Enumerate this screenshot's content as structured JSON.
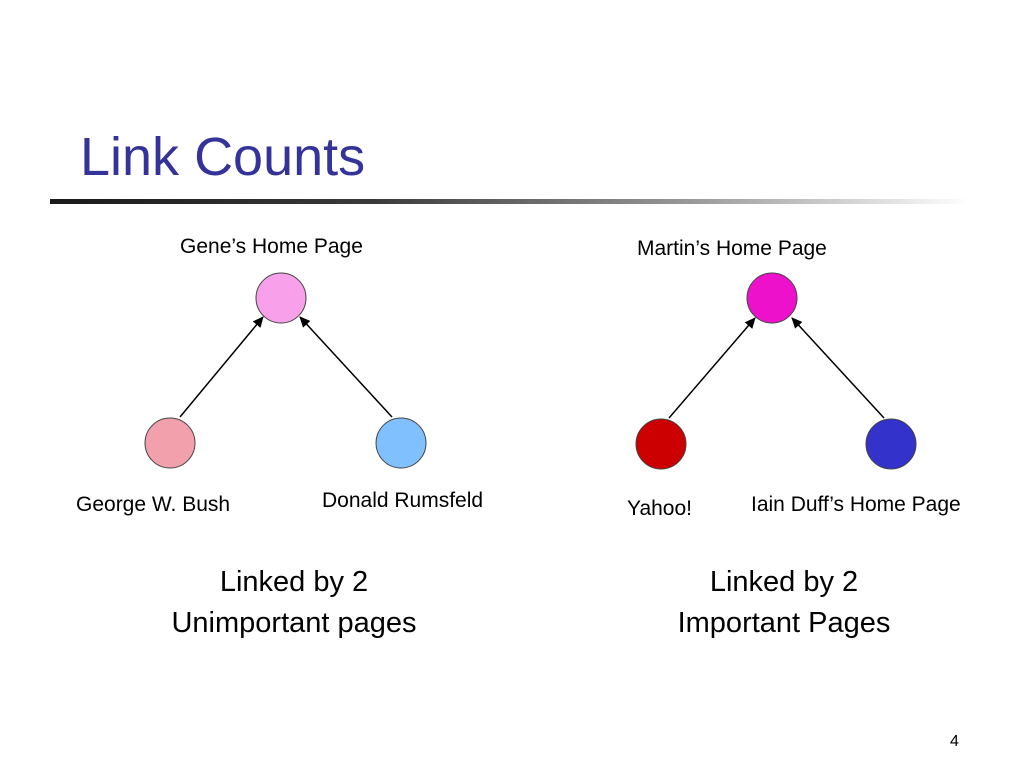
{
  "slide": {
    "title": "Link Counts",
    "page_number": "4"
  },
  "left_graph": {
    "target_label": "Gene’s Home Page",
    "source1_label": "George W. Bush",
    "source2_label": "Donald Rumsfeld",
    "caption_line1": "Linked by 2",
    "caption_line2": "Unimportant pages",
    "colors": {
      "target": "#f9a0ea",
      "source1": "#f2a0ac",
      "source2": "#80c0ff"
    }
  },
  "right_graph": {
    "target_label": "Martin’s Home Page",
    "source1_label": "Yahoo!",
    "source2_label": "Iain Duff’s Home Page",
    "caption_line1": "Linked by 2",
    "caption_line2": "Important Pages",
    "colors": {
      "target": "#ee11cc",
      "source1": "#cc0000",
      "source2": "#3333cc"
    }
  },
  "colors": {
    "title": "#333399",
    "edge": "#000000"
  }
}
